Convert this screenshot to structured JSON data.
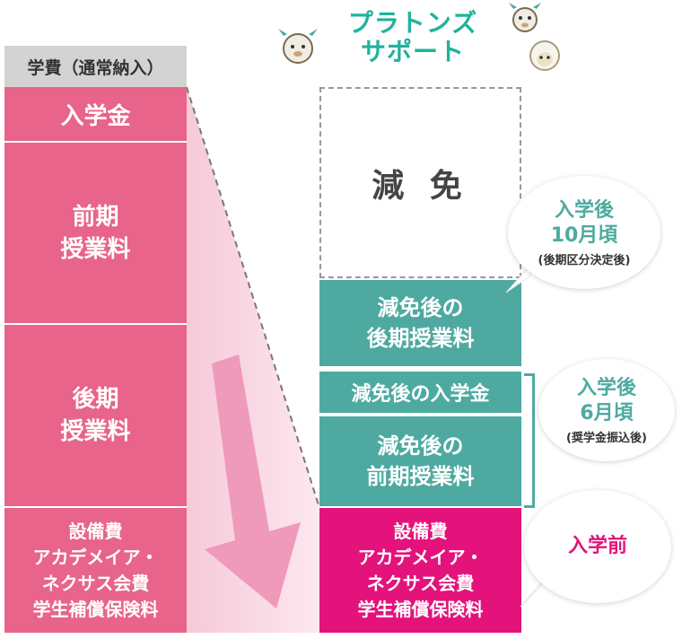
{
  "logo": {
    "line1": "プラトンズ",
    "line2": "サポート"
  },
  "left": {
    "tag": "学費（通常納入）",
    "entrance": "入学金",
    "first_term_line1": "前期",
    "first_term_line2": "授業料",
    "second_term_line1": "後期",
    "second_term_line2": "授業料",
    "misc_line1": "設備費",
    "misc_line2": "アカデメイア・",
    "misc_line3": "ネクサス会費",
    "misc_line4": "学生補償保険料"
  },
  "right": {
    "exemption": "減 免",
    "second_term_line1": "減免後の",
    "second_term_line2": "後期授業料",
    "entrance": "減免後の入学金",
    "first_term_line1": "減免後の",
    "first_term_line2": "前期授業料",
    "misc_line1": "設備費",
    "misc_line2": "アカデメイア・",
    "misc_line3": "ネクサス会費",
    "misc_line4": "学生補償保険料"
  },
  "bubbles": {
    "october": {
      "head": "入学後",
      "num": "10月頃",
      "note": "(後期区分決定後)"
    },
    "june": {
      "head": "入学後",
      "num": "6月頃",
      "note": "(奨学金振込後)"
    },
    "before": {
      "head": "入学前"
    }
  },
  "colors": {
    "pink": "#e8648a",
    "teal": "#4eaaa0",
    "magenta": "#e3137b",
    "logo": "#20b29c"
  }
}
